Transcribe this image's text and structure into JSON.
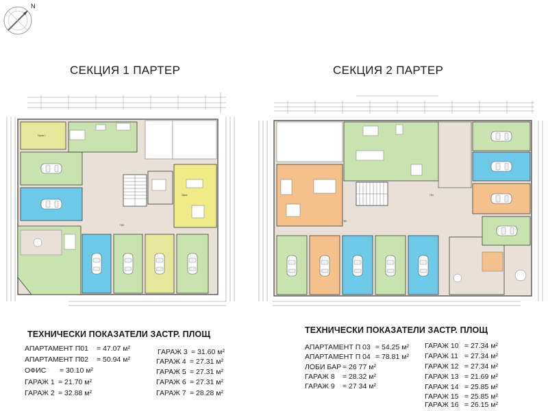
{
  "north_label": "N",
  "section1": {
    "title": "СЕКЦИЯ 1 ПАРТЕР",
    "stats_heading": "ТЕХНИЧЕСКИ ПОКАЗАТЕЛИ ЗАСТР. ПЛОЩ",
    "left_items": [
      {
        "name": "АПАРТАМЕНТ П01",
        "value": "= 47.07 м²"
      },
      {
        "name": "АПАРТАМЕНТ П02",
        "value": "= 50.94 м²"
      },
      {
        "name": "ОФИС",
        "value": "= 30.10 м²"
      },
      {
        "name": "ГАРАЖ 1",
        "value": "= 21.70 м²"
      },
      {
        "name": "ГАРАЖ 2",
        "value": "= 32.88 м²"
      }
    ],
    "right_items": [
      {
        "name": "ГАРАЖ 3",
        "value": "= 31.60 м²"
      },
      {
        "name": "ГАРАЖ 4",
        "value": "= 27.31 м²"
      },
      {
        "name": "ГАРАЖ 5",
        "value": "= 27.31 м²"
      },
      {
        "name": "ГАРАЖ 6",
        "value": "= 27.31 м²"
      },
      {
        "name": "ГАРАЖ 7",
        "value": "= 28.28 м²"
      }
    ]
  },
  "section2": {
    "title": "СЕКЦИЯ 2 ПАРТЕР",
    "stats_heading": "ТЕХНИЧЕСКИ ПОКАЗАТЕЛИ ЗАСТР. ПЛОЩ",
    "left_items": [
      {
        "name": "АПАРТАМЕНТ П 03",
        "value": "= 54.25 м²"
      },
      {
        "name": "АПАРТАМЕНТ П 04",
        "value": "= 78.81 м²"
      },
      {
        "name": "ЛОБИ БАР",
        "value": "= 26 77 м²"
      },
      {
        "name": "ГАРАЖ 8",
        "value": "= 28.32 м²"
      },
      {
        "name": "ГАРАЖ 9",
        "value": "= 27 34 м²"
      }
    ],
    "right_items": [
      {
        "name": "ГАРАЖ 10",
        "value": "= 27.34 м²"
      },
      {
        "name": "ГАРАЖ 11",
        "value": "= 27.34 м²"
      },
      {
        "name": "ГАРАЖ 12",
        "value": "= 27.34 м²"
      },
      {
        "name": "ГАРАЖ 13",
        "value": "= 21.69 м²"
      },
      {
        "name": "ГАРАЖ 14",
        "value": "= 25.85 м²"
      },
      {
        "name": "ГАРАЖ 15",
        "value": "= 25.85 м²"
      },
      {
        "name": "ГАРАЖ 16",
        "value": "= 26.15 м²"
      }
    ]
  },
  "colors": {
    "garage_yellow": "#e6e79a",
    "garage_green": "#c8e3b0",
    "garage_blue": "#6ec9e8",
    "apartment_orange": "#f4c08c",
    "office_yellow": "#f0ea88",
    "circulation_grey": "#e9e1d8",
    "wall": "#3b3b3b"
  }
}
